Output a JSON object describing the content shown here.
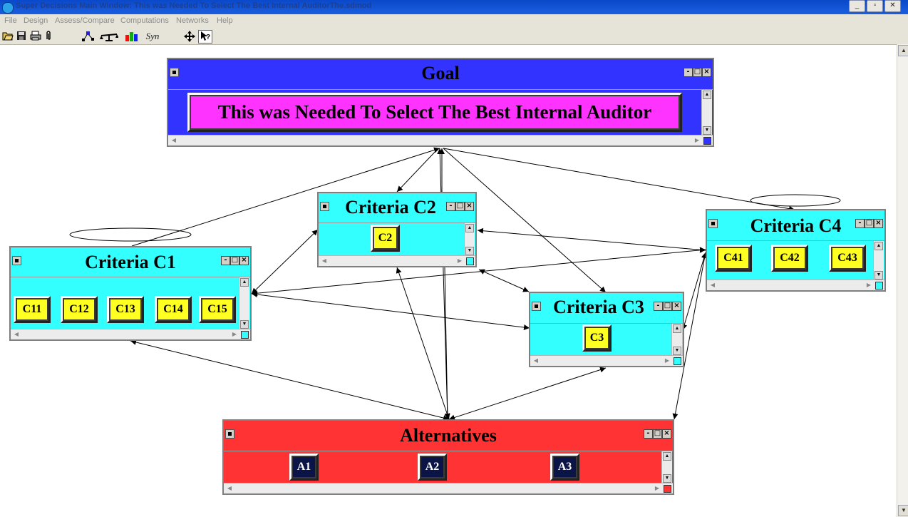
{
  "app": {
    "title": "Super Decisions Main Window: This was Needed To Select The Best Internal AuditorThe.sdmod",
    "window_buttons": [
      "_",
      "▫",
      "✕"
    ]
  },
  "menu": [
    "File",
    "Design",
    "Assess/Compare",
    "Computations",
    "Networks",
    "Help"
  ],
  "toolbar": {
    "syn_label": "Syn"
  },
  "colors": {
    "goal": "#3333ff",
    "criteria": "#33ffff",
    "alternatives": "#ff3333",
    "criteria_element": "#ffff22",
    "alternative_element": "#0b1447",
    "goal_element": "#ff33ff"
  },
  "nodes": {
    "goal": {
      "title": "Goal",
      "element": "This was Needed To Select The Best Internal Auditor"
    },
    "c1": {
      "title": "Criteria C1",
      "elements": [
        "C11",
        "C12",
        "C13",
        "C14",
        "C15"
      ]
    },
    "c2": {
      "title": "Criteria C2",
      "elements": [
        "C2"
      ]
    },
    "c3": {
      "title": "Criteria C3",
      "elements": [
        "C3"
      ]
    },
    "c4": {
      "title": "Criteria C4",
      "elements": [
        "C41",
        "C42",
        "C43"
      ]
    },
    "alt": {
      "title": "Alternatives",
      "elements": [
        "A1",
        "A2",
        "A3"
      ]
    }
  },
  "icons": [
    "open-folder-icon",
    "save-disk-icon",
    "print-icon",
    "paperclip-icon",
    "node-tool-icon",
    "balance-scale-icon",
    "color-bars-icon",
    "syn-icon",
    "move-cross-icon",
    "help-cursor-icon"
  ]
}
